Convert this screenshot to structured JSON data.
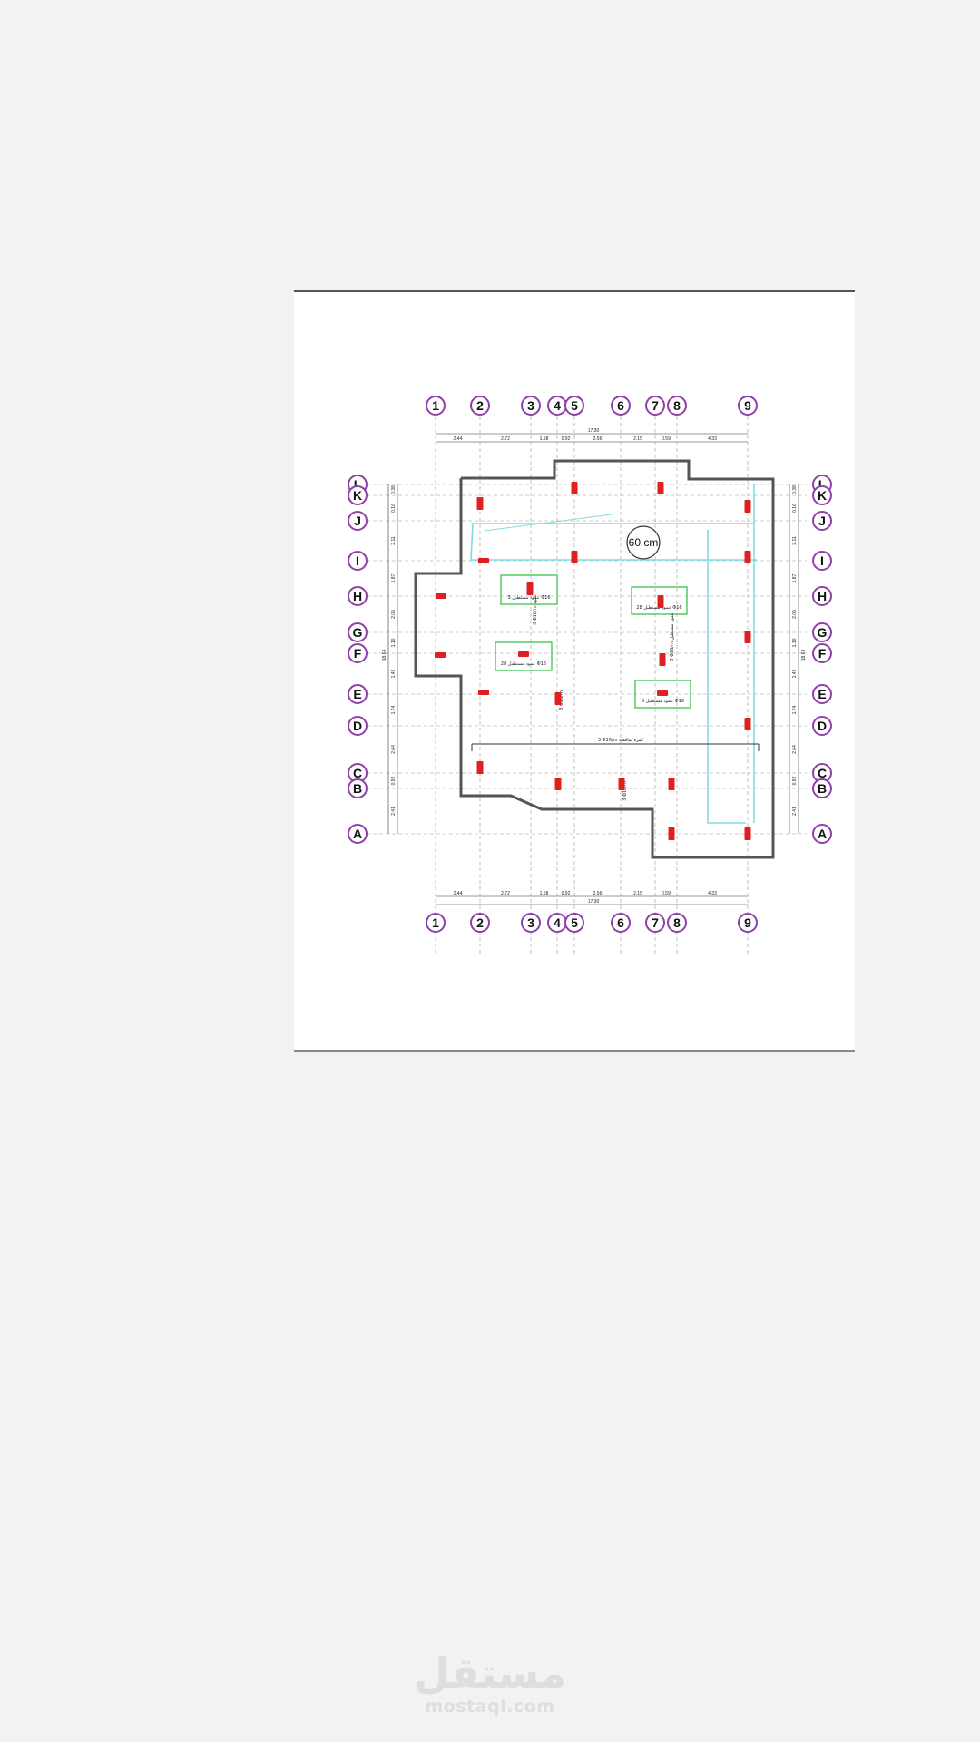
{
  "colors": {
    "background": "#f2f2f2",
    "sheet": "#ffffff",
    "grid_bubble": "#8e3fa8",
    "column": "#e02020",
    "wall": "#555555",
    "pipe": "#7fdde0",
    "annotation_box": "#3bc24a",
    "grid_line": "#9a9a9a"
  },
  "diagram": {
    "vertical_axes": [
      "1",
      "2",
      "3",
      "4",
      "5",
      "6",
      "7",
      "8",
      "9"
    ],
    "horizontal_axes": [
      "L",
      "K",
      "J",
      "I",
      "H",
      "G",
      "F",
      "E",
      "D",
      "C",
      "B",
      "A"
    ],
    "top_spacings": [
      "2.44",
      "2.72",
      "1.58",
      "0.92",
      "2.56",
      "2.15",
      "0.59",
      "4.33"
    ],
    "bottom_spacings": [
      "2.44",
      "2.72",
      "1.58",
      "0.92",
      "2.56",
      "2.15",
      "0.59",
      "4.33"
    ],
    "overall_dimension_top": "17.30",
    "overall_dimension_bottom": "17.30",
    "left_spacings": [
      "0.38",
      "0.16",
      "2.11",
      "1.87",
      "2.05",
      "1.10",
      "1.49",
      "1.74",
      "2.64",
      "0.92",
      "2.41"
    ],
    "right_spacings": [
      "0.38",
      "0.16",
      "2.11",
      "1.87",
      "2.05",
      "1.10",
      "1.49",
      "1.74",
      "2.64",
      "0.92",
      "2.41"
    ],
    "overall_dimension_left": "18.64",
    "overall_dimension_right": "18.64",
    "callout_label": "60 cm",
    "annotation_boxes": [
      {
        "label": "عمود مستطيل 3 Φ16"
      },
      {
        "label": "عمود مستطيل 28 Φ16"
      },
      {
        "label": "عمود مستطيل 28 Φ16"
      },
      {
        "label": "عمود مستطيل 3 Φ16"
      }
    ],
    "vertical_notes": [
      "3 Φ16/m عمود",
      "3 Φ16/m",
      "3 Φ16/m",
      "3 Φ16/m عمود مستطيل"
    ],
    "beam_note": "3 Φ16/m كمرة ساقطة"
  },
  "watermark": {
    "logo_text": "مستقل",
    "domain": "mostaql.com"
  }
}
